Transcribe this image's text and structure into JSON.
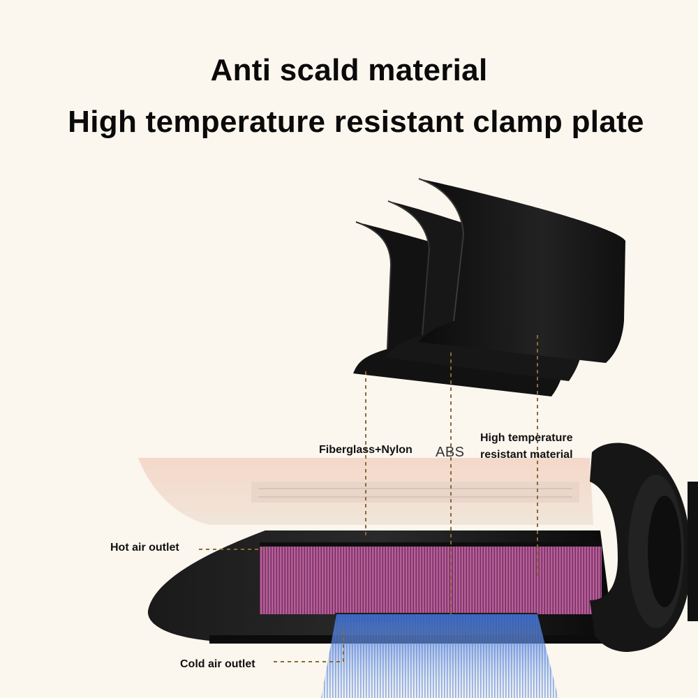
{
  "headline": {
    "line1": "Anti scald material",
    "line2": "High temperature resistant clamp plate"
  },
  "labels": {
    "fiberglass": "Fiberglass+Nylon",
    "abs": "ABS",
    "high_temp_line1": "High temperature",
    "high_temp_line2": "resistant material",
    "hot_air": "Hot air outlet",
    "cold_air": "Cold air outlet"
  },
  "colors": {
    "background": "#fbf6ee",
    "plate": "#141414",
    "heating_element": "#c0609a",
    "cold_air": "#5a8fe0",
    "leader_line": "#8a6a3a"
  }
}
